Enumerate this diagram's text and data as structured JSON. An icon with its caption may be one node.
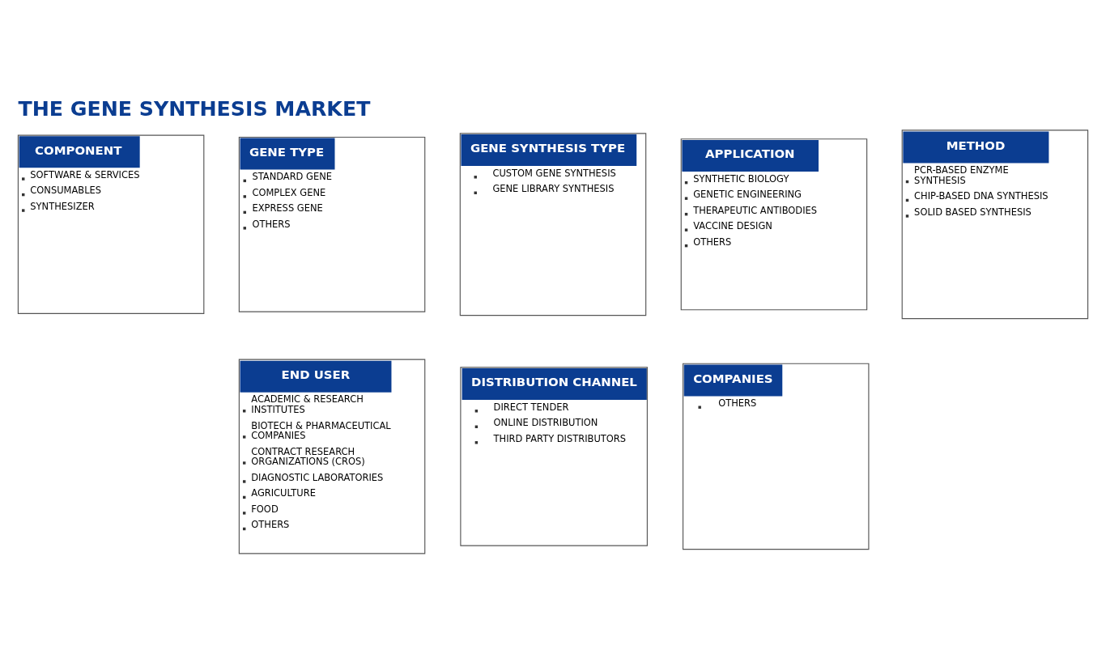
{
  "diagram": {
    "title": "THE GENE SYNTHESIS MARKET",
    "nodes": [
      {
        "text": [
          "COMPONENT",
          "SOFTWARE & SERVICES",
          "CONSUMABLES",
          "SYNTHESIZER"
        ]
      },
      {
        "text": [
          "GENE TYPE",
          "STANDARD GENE",
          "COMPLEX GENE",
          "EXPRESS GENE",
          "OTHERS"
        ]
      },
      {
        "text": [
          "GENE SYNTHESIS TYPE",
          "CUSTOM GENE SYNTHESIS",
          "GENE LIBRARY SYNTHESIS"
        ]
      },
      {
        "text": [
          "APPLICATION",
          "SYNTHETIC BIOLOGY",
          "GENETIC ENGINEERING",
          "THERAPEUTIC ANTIBODIES",
          "VACCINE DESIGN",
          "OTHERS"
        ]
      },
      {
        "text": [
          "METHOD",
          "PCR-BASED ENZYME SYNTHESIS",
          "CHIP-BASED DNA SYNTHESIS",
          "SOLID BASED SYNTHESIS"
        ]
      },
      {
        "text": [
          "END USER",
          "ACADEMIC & RESEARCH INSTITUTES",
          "BIOTECH & PHARMACEUTICAL COMPANIES",
          "CONTRACT RESEARCH ORGANIZATIONS (CROS)",
          "DIAGNOSTIC LABORATORIES",
          "AGRICULTURE",
          "FOOD",
          "OTHERS"
        ]
      },
      {
        "text": [
          "DISTRIBUTION CHANNEL",
          "DIRECT TENDER",
          "ONLINE DISTRIBUTION",
          "THIRD PARTY DISTRIBUTORS"
        ]
      },
      {
        "text": [
          "COMPANIES",
          "OTHERS"
        ]
      }
    ],
    "edges": []
  }
}
